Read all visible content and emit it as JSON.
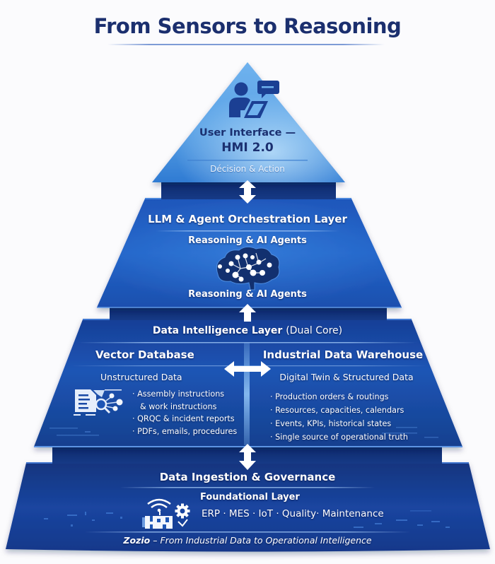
{
  "title": "From Sensors to Reasoning",
  "colors": {
    "title": "#1b2f6e",
    "top_tier_light": "#9fd0f5",
    "top_tier_dark": "#3a83d6",
    "mid_tier": "#1f5dc2",
    "deep_tier": "#123a8c",
    "text": "#ffffff"
  },
  "tiers": [
    {
      "id": "user-interface",
      "icon": "user-with-tablet-icon",
      "title_line1": "User Interface —",
      "title_line2": "HMI 2.0",
      "subtitle": "Décision & Action"
    },
    {
      "id": "llm-orchestration",
      "title": "LLM & Agent Orchestration Layer",
      "subtitle": "Reasoning & AI Agents",
      "icon": "brain-network-icon",
      "caption": "Reasoning & AI Agents"
    },
    {
      "id": "data-intelligence",
      "title": "Data Intelligence Layer",
      "title_suffix": "(Dual Core)",
      "left": {
        "title": "Vector Database",
        "subtitle": "Unstructured Data",
        "icon": "document-search-icon",
        "bullets": [
          "Assembly instructions",
          "& work instructions",
          "QRQC & incident reports",
          "PDFs, emails, procedures"
        ]
      },
      "right": {
        "title": "Industrial Data Warehouse",
        "subtitle": "Digital Twin & Structured Data",
        "bullets": [
          "Production orders & routings",
          "Resources, capacities, calendars",
          "Events, KPIs, historical states",
          "Single source of operational truth"
        ]
      },
      "connector_icon": "bidirectional-arrow-icon"
    },
    {
      "id": "data-ingestion",
      "title": "Data Ingestion & Governance",
      "subtitle": "Foundational Layer",
      "icon": "factory-wifi-gear-icon",
      "sources": "ERP · MES · IoT · Quality· Maintenance",
      "footer_brand": "Zozio",
      "footer_tagline": "– From Industrial Data to Operational Intelligence"
    }
  ],
  "bullet_glyph": "·"
}
